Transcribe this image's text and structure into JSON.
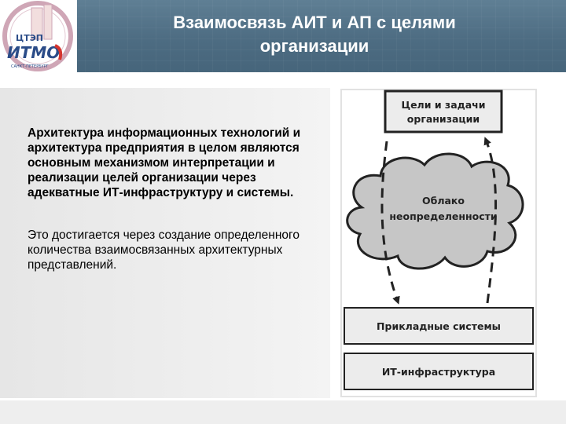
{
  "header": {
    "title_line1": "Взаимосвязь АИТ и АП с целями",
    "title_line2": "организации",
    "colors": {
      "band": "#4d6c82",
      "title": "#ffffff"
    }
  },
  "logo": {
    "top_text": "ЦТЭП",
    "main_text": "ИТМО",
    "bottom_text": "САНКТ-ПЕТЕРБУРГ",
    "colors": {
      "frame": "#cfa6b6",
      "main": "#2b4c88",
      "accent": "#d6352e"
    }
  },
  "body": {
    "paragraph_1": "Архитектура информационных технологий и архитектура предприятия в целом являются основным механизмом интерпретации и реализации целей организации через адекватные ИТ-инфраструктуру и системы.",
    "paragraph_2": "Это достигается через создание определенного количества взаимосвязанных архитектурных представлений."
  },
  "diagram": {
    "goals_line1": "Цели и задачи",
    "goals_line2": "организации",
    "cloud_line1": "Облако",
    "cloud_line2": "неопределенности",
    "apps": "Прикладные системы",
    "infra": "ИТ-инфраструктура",
    "colors": {
      "box": "#ececec",
      "cloud": "#c6c6c6",
      "stroke": "#222222"
    }
  }
}
